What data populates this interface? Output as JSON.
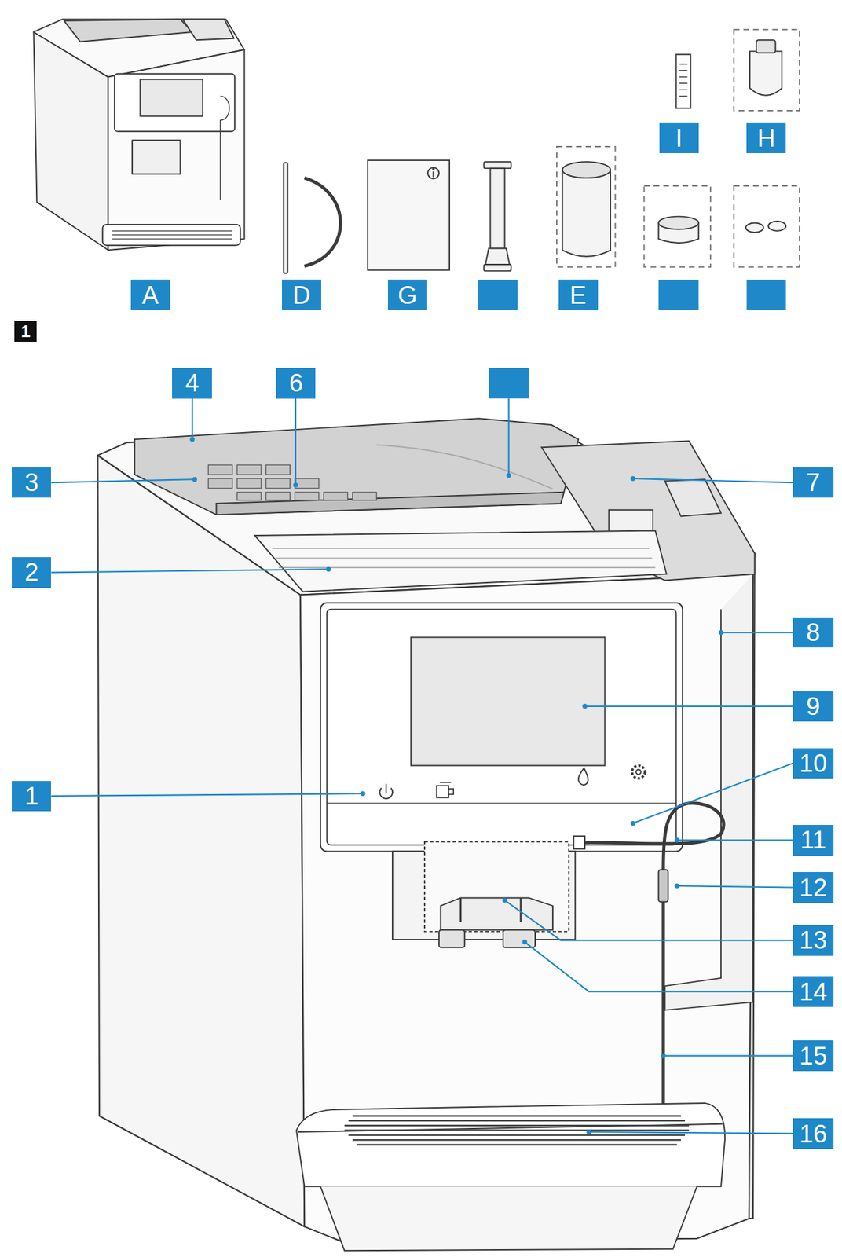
{
  "diagram": {
    "labels": [
      "I",
      "H",
      "A",
      "D",
      "G",
      "E",
      "1",
      "4",
      "6",
      "3",
      "7",
      "2",
      "8",
      "9",
      "10",
      "1",
      "11",
      "12",
      "13",
      "14",
      "15",
      "16"
    ]
  }
}
